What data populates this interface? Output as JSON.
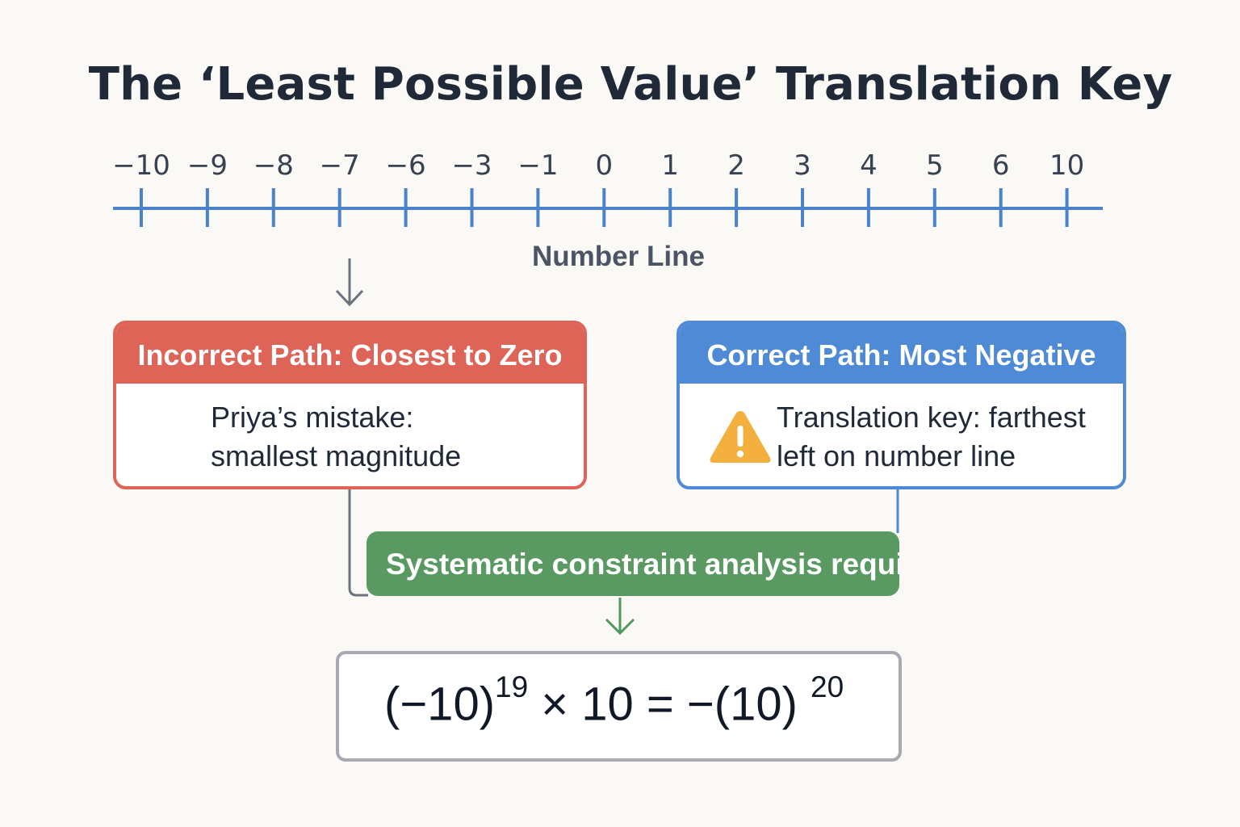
{
  "title": "The ‘Least Possible Value’ Translation Key",
  "number_line": {
    "label": "Number Line",
    "ticks": [
      "−10",
      "−9",
      "−8",
      "−7",
      "−6",
      "−3",
      "−1",
      "0",
      "1",
      "2",
      "3",
      "4",
      "5",
      "6",
      "10"
    ],
    "color": "#4a82cc"
  },
  "incorrect_card": {
    "header": "Incorrect Path: Closest to Zero",
    "line1": "Priya’s mistake:",
    "line2": "smallest magnitude",
    "color": "#dd6457"
  },
  "correct_card": {
    "header": "Correct Path: Most Negative",
    "line1": "Translation key: farthest",
    "line2": "left on number line",
    "icon": "warning-icon",
    "color": "#4f8ad6"
  },
  "banner": {
    "text": "Systematic constraint analysis requi",
    "color": "#5a9a62"
  },
  "formula": {
    "base1": "(−10)",
    "exp1": "19",
    "middle": " × 10 = −(10) ",
    "exp2": "20"
  }
}
